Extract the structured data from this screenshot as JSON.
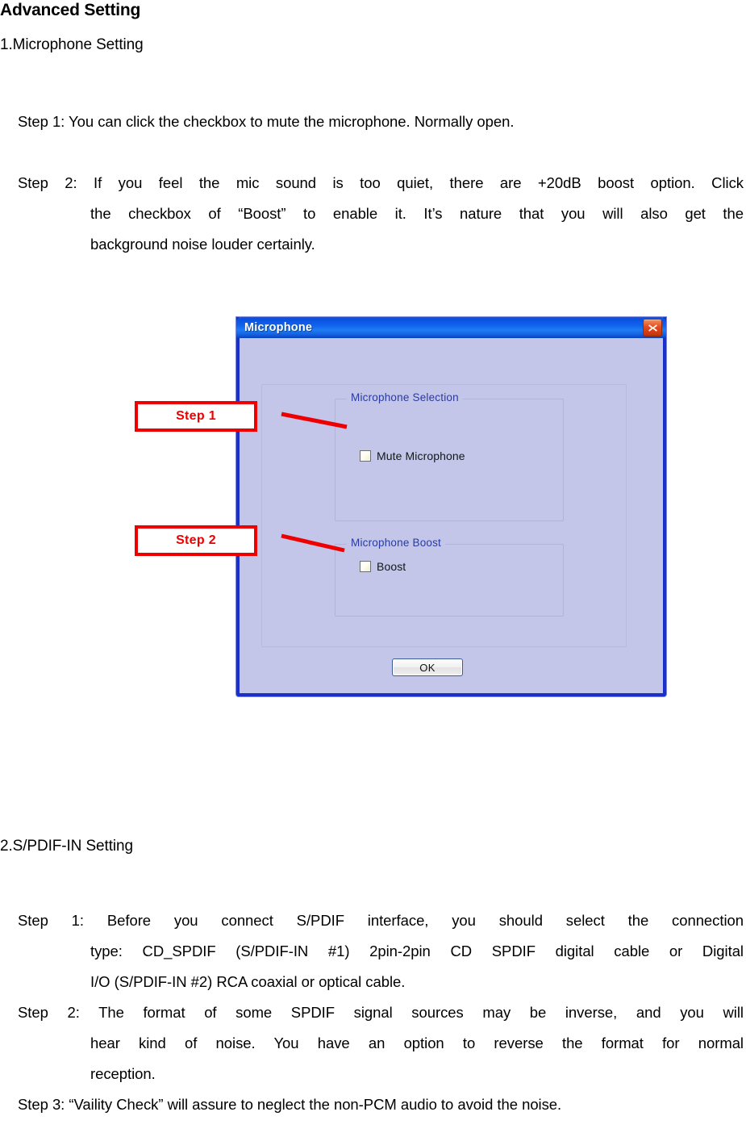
{
  "document": {
    "title": "Advanced Setting",
    "sections": [
      {
        "heading": "1.Microphone Setting"
      },
      {
        "heading": "2.S/PDIF-IN Setting"
      }
    ],
    "paragraphs": {
      "mic_step1": {
        "line1": "Step 1: You can click the checkbox to mute the microphone. Normally open."
      },
      "mic_step2": {
        "line1": "Step 2: If you feel the mic sound is too quiet, there are +20dB boost option. Click",
        "line2": "the checkbox of “Boost” to enable it. It’s nature that you will also get the",
        "line3": "background noise louder certainly."
      },
      "spdif_step1": {
        "line1": "Step 1: Before you connect S/PDIF interface, you should select the connection",
        "line2": "type: CD_SPDIF (S/PDIF-IN #1) 2pin-2pin CD SPDIF digital cable or Digital",
        "line3": "I/O (S/PDIF-IN #2) RCA coaxial or optical cable."
      },
      "spdif_step2": {
        "line1": "Step 2: The format of some SPDIF signal sources may be inverse, and you will",
        "line2": "hear kind of noise. You have an option to reverse the format for normal",
        "line3": "reception."
      },
      "spdif_step3": {
        "line1": "Step 3: “Vaility Check” will assure to neglect the non-PCM audio to avoid the noise."
      }
    }
  },
  "dialog": {
    "title": "Microphone",
    "close_icon": "close-icon",
    "groups": [
      {
        "label": "Microphone Selection",
        "checkbox": {
          "label": "Mute Microphone",
          "checked": false
        }
      },
      {
        "label": "Microphone Boost",
        "checkbox": {
          "label": "Boost",
          "checked": false
        }
      }
    ],
    "ok_label": "OK"
  },
  "annotations": {
    "callout_1": "Step 1",
    "callout_2": "Step 2"
  },
  "colors": {
    "titlebar_blue": "#1064ec",
    "dialog_border": "#1a30c8",
    "dialog_face": "#c3c6e8",
    "group_label_blue": "#2a3b9e",
    "annotation_red": "#ee0000",
    "close_button_red": "#e04a1e"
  }
}
